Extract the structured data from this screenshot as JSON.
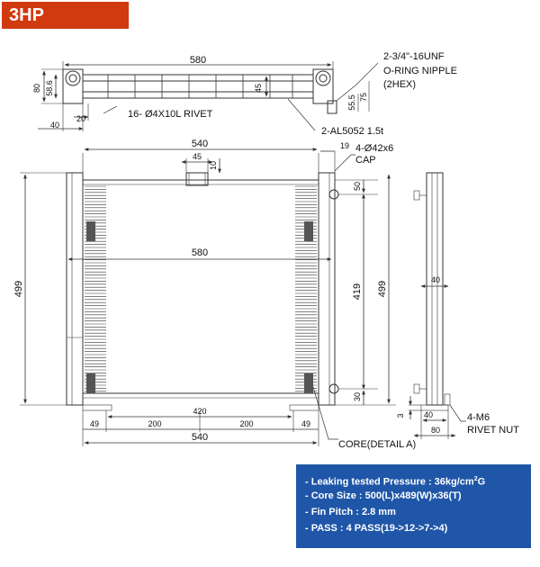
{
  "badge": {
    "label": "3HP"
  },
  "colors": {
    "badge_bg": "#d1390e",
    "spec_bg": "#1f56a8",
    "line": "#333333"
  },
  "top_view": {
    "dim_length": "580",
    "dim_height": "80",
    "dim_inner": "58.6",
    "dim_40": "40",
    "dim_20": "20",
    "dim_45": "45",
    "dim_55_5": "55.5",
    "dim_75": "75",
    "rivet_note": "16- Ø4X10L  RIVET",
    "material_note": "2-AL5052  1.5t",
    "nipple_line1": "2-3/4\"-16UNF",
    "nipple_line2": "O-RING NIPPLE",
    "nipple_line3": "(2HEX)"
  },
  "front_view": {
    "dim_540_top": "540",
    "dim_19": "19",
    "cap_line1": "4-Ø42x6",
    "cap_line2": "CAP",
    "dim_45": "45",
    "dim_10": "10",
    "dim_580": "580",
    "dim_499_left": "499",
    "dim_419": "419",
    "dim_499_right": "499",
    "dim_50": "50",
    "dim_30": "30",
    "dim_420": "420",
    "dim_49_left": "49",
    "dim_200_left": "200",
    "dim_200_right": "200",
    "dim_49_right": "49",
    "dim_540_bottom": "540",
    "core_note": "CORE(DETAIL A)"
  },
  "side_view": {
    "dim_40_mid": "40",
    "dim_3": "3",
    "dim_40_bottom": "40",
    "dim_80": "80",
    "nut_line1": "4-M6",
    "nut_line2": "RIVET NUT"
  },
  "specs": {
    "pressure_text": "- Leaking tested Pressure : 36kg/cm",
    "pressure_sup": "2",
    "pressure_unit": "G",
    "core_size": "- Core Size : 500(L)x489(W)x36(T)",
    "fin_pitch": "- Fin Pitch : 2.8 mm",
    "pass": "- PASS : 4 PASS(19->12->7->4)"
  }
}
